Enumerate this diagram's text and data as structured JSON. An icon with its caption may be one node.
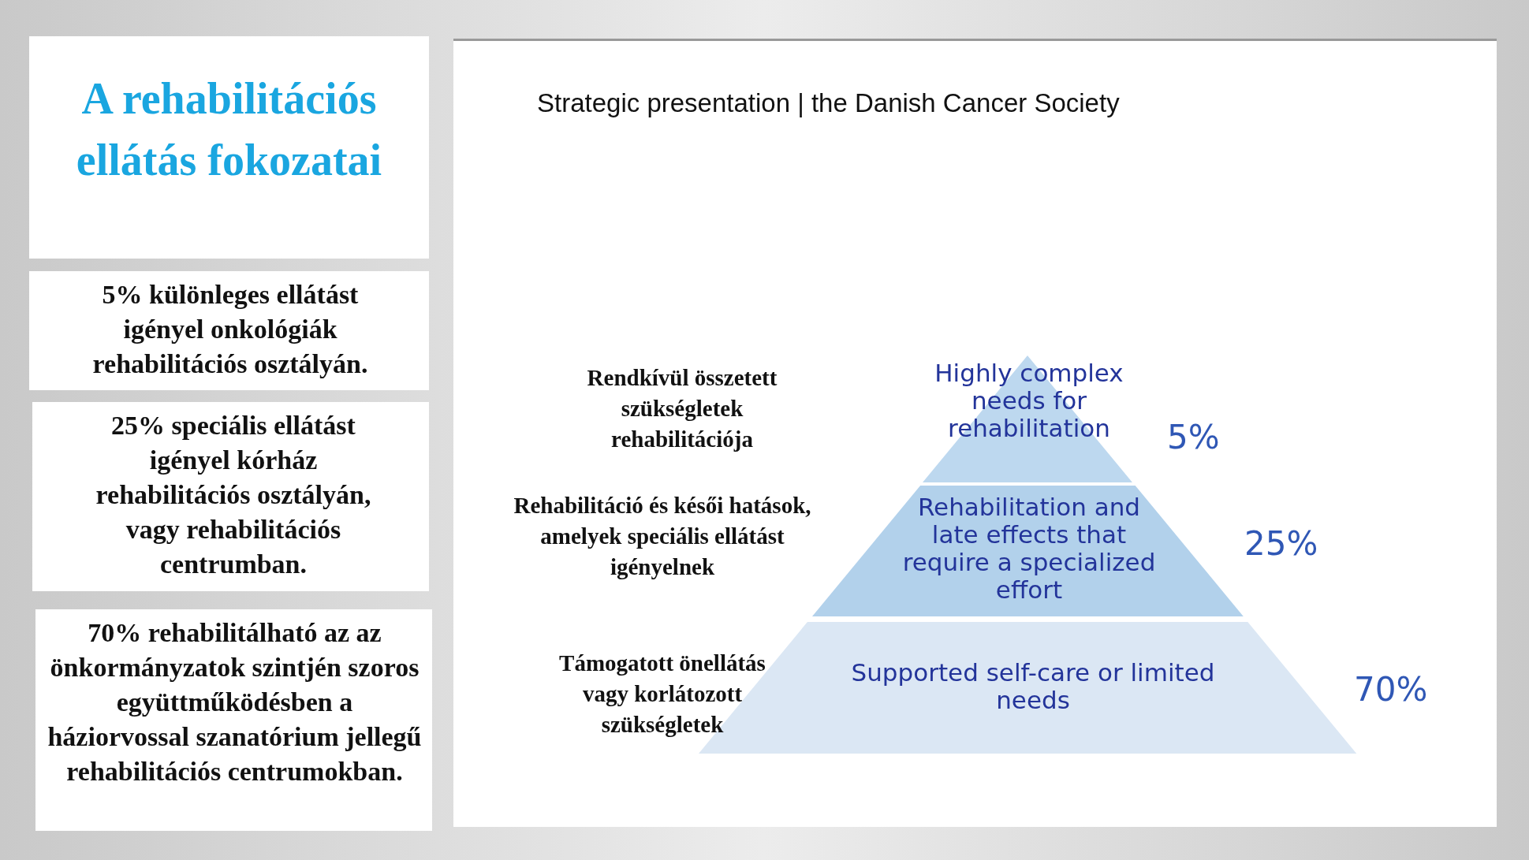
{
  "diagram": {
    "nodes": [
      {
        "text": [
          "A rehabilitációs ellátás fokozatai"
        ]
      },
      {
        "text": [
          "5% különleges ellátást igényel onkológiák rehabilitációs osztályán."
        ]
      },
      {
        "text": [
          "25% speciális ellátást igényel kórház rehabilitációs osztályán, vagy rehabilitációs centrumban."
        ]
      },
      {
        "text": [
          "70% rehabilitálható az az önkormányzatok szintjén szoros együttműködésben a háziorvossal szanatórium jellegű rehabilitációs centrumokban."
        ]
      },
      {
        "text": [
          "Highly complex needs for rehabilitation"
        ],
        "beside": [
          "5%"
        ]
      },
      {
        "text": [
          "Rehabilitation and late effects that require a specialized effort"
        ],
        "beside": [
          "25%"
        ]
      },
      {
        "text": [
          "Supported self-care or limited needs"
        ],
        "beside": [
          "70%"
        ]
      }
    ],
    "labels": [
      "Strategic presentation | the Danish Cancer Society",
      "Rendkívül összetett szükségletek rehabilitációja",
      "Rehabilitáció és késői hatások, amelyek speciális ellátást igényelnek",
      "Támogatott önellátás vagy korlátozott szükségletek"
    ]
  }
}
